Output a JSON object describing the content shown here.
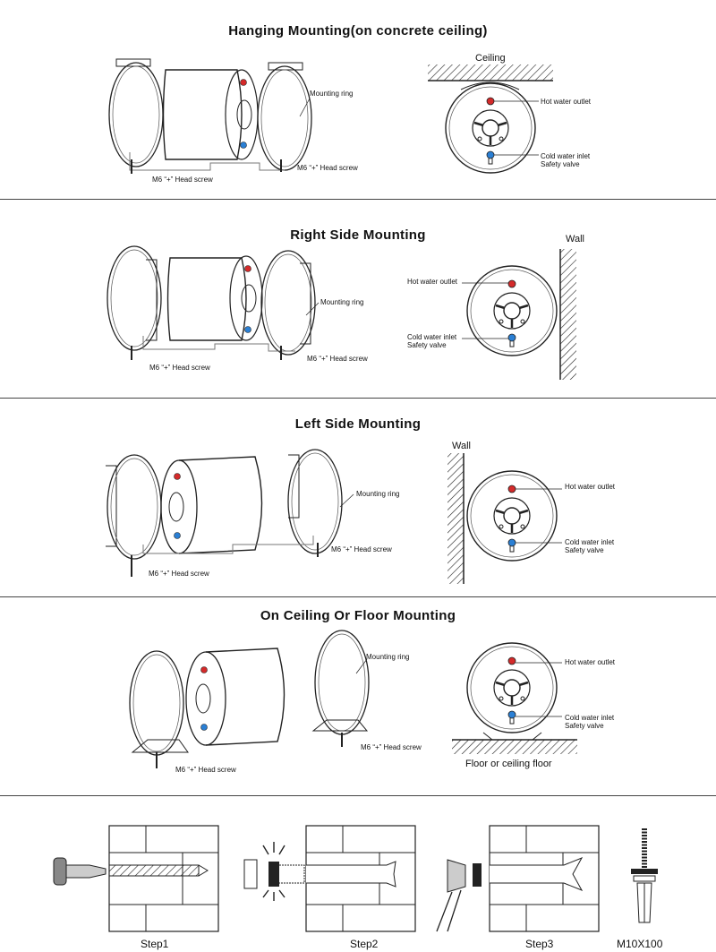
{
  "sections": [
    {
      "title": "Hanging Mounting(on concrete ceiling)",
      "mounting_ring": "Mounting ring",
      "screw_left": "M6 “+”  Head screw",
      "screw_right": "M6 “+”  Head screw",
      "surface": "Ceiling",
      "hot": "Hot water outlet",
      "cold": "Cold water inlet",
      "safety": "Safety valve"
    },
    {
      "title": "Right Side Mounting",
      "mounting_ring": "Mounting ring",
      "screw_left": "M6 “+”  Head screw",
      "screw_right": "M6 “+”  Head screw",
      "surface": "Wall",
      "hot": "Hot water outlet",
      "cold": "Cold water inlet",
      "safety": "Safety valve"
    },
    {
      "title": "Left Side Mounting",
      "mounting_ring": "Mounting ring",
      "screw_left": "M6 “+”  Head screw",
      "screw_right": "M6 “+”  Head screw",
      "surface": "Wall",
      "hot": "Hot water outlet",
      "cold": "Cold water inlet",
      "safety": "Safety valve"
    },
    {
      "title": "On Ceiling Or Floor Mounting",
      "mounting_ring": "Mounting ring",
      "screw_left": "M6 “+”  Head screw",
      "screw_right": "M6 “+”  Head screw",
      "surface": "Floor or ceiling floor",
      "hot": "Hot water outlet",
      "cold": "Cold water inlet",
      "safety": "Safety valve"
    }
  ],
  "steps": [
    "Step1",
    "Step2",
    "Step3",
    "M10X100"
  ],
  "colors": {
    "hot": "#d42a2a",
    "cold": "#2a7fd4",
    "line": "#222222"
  }
}
